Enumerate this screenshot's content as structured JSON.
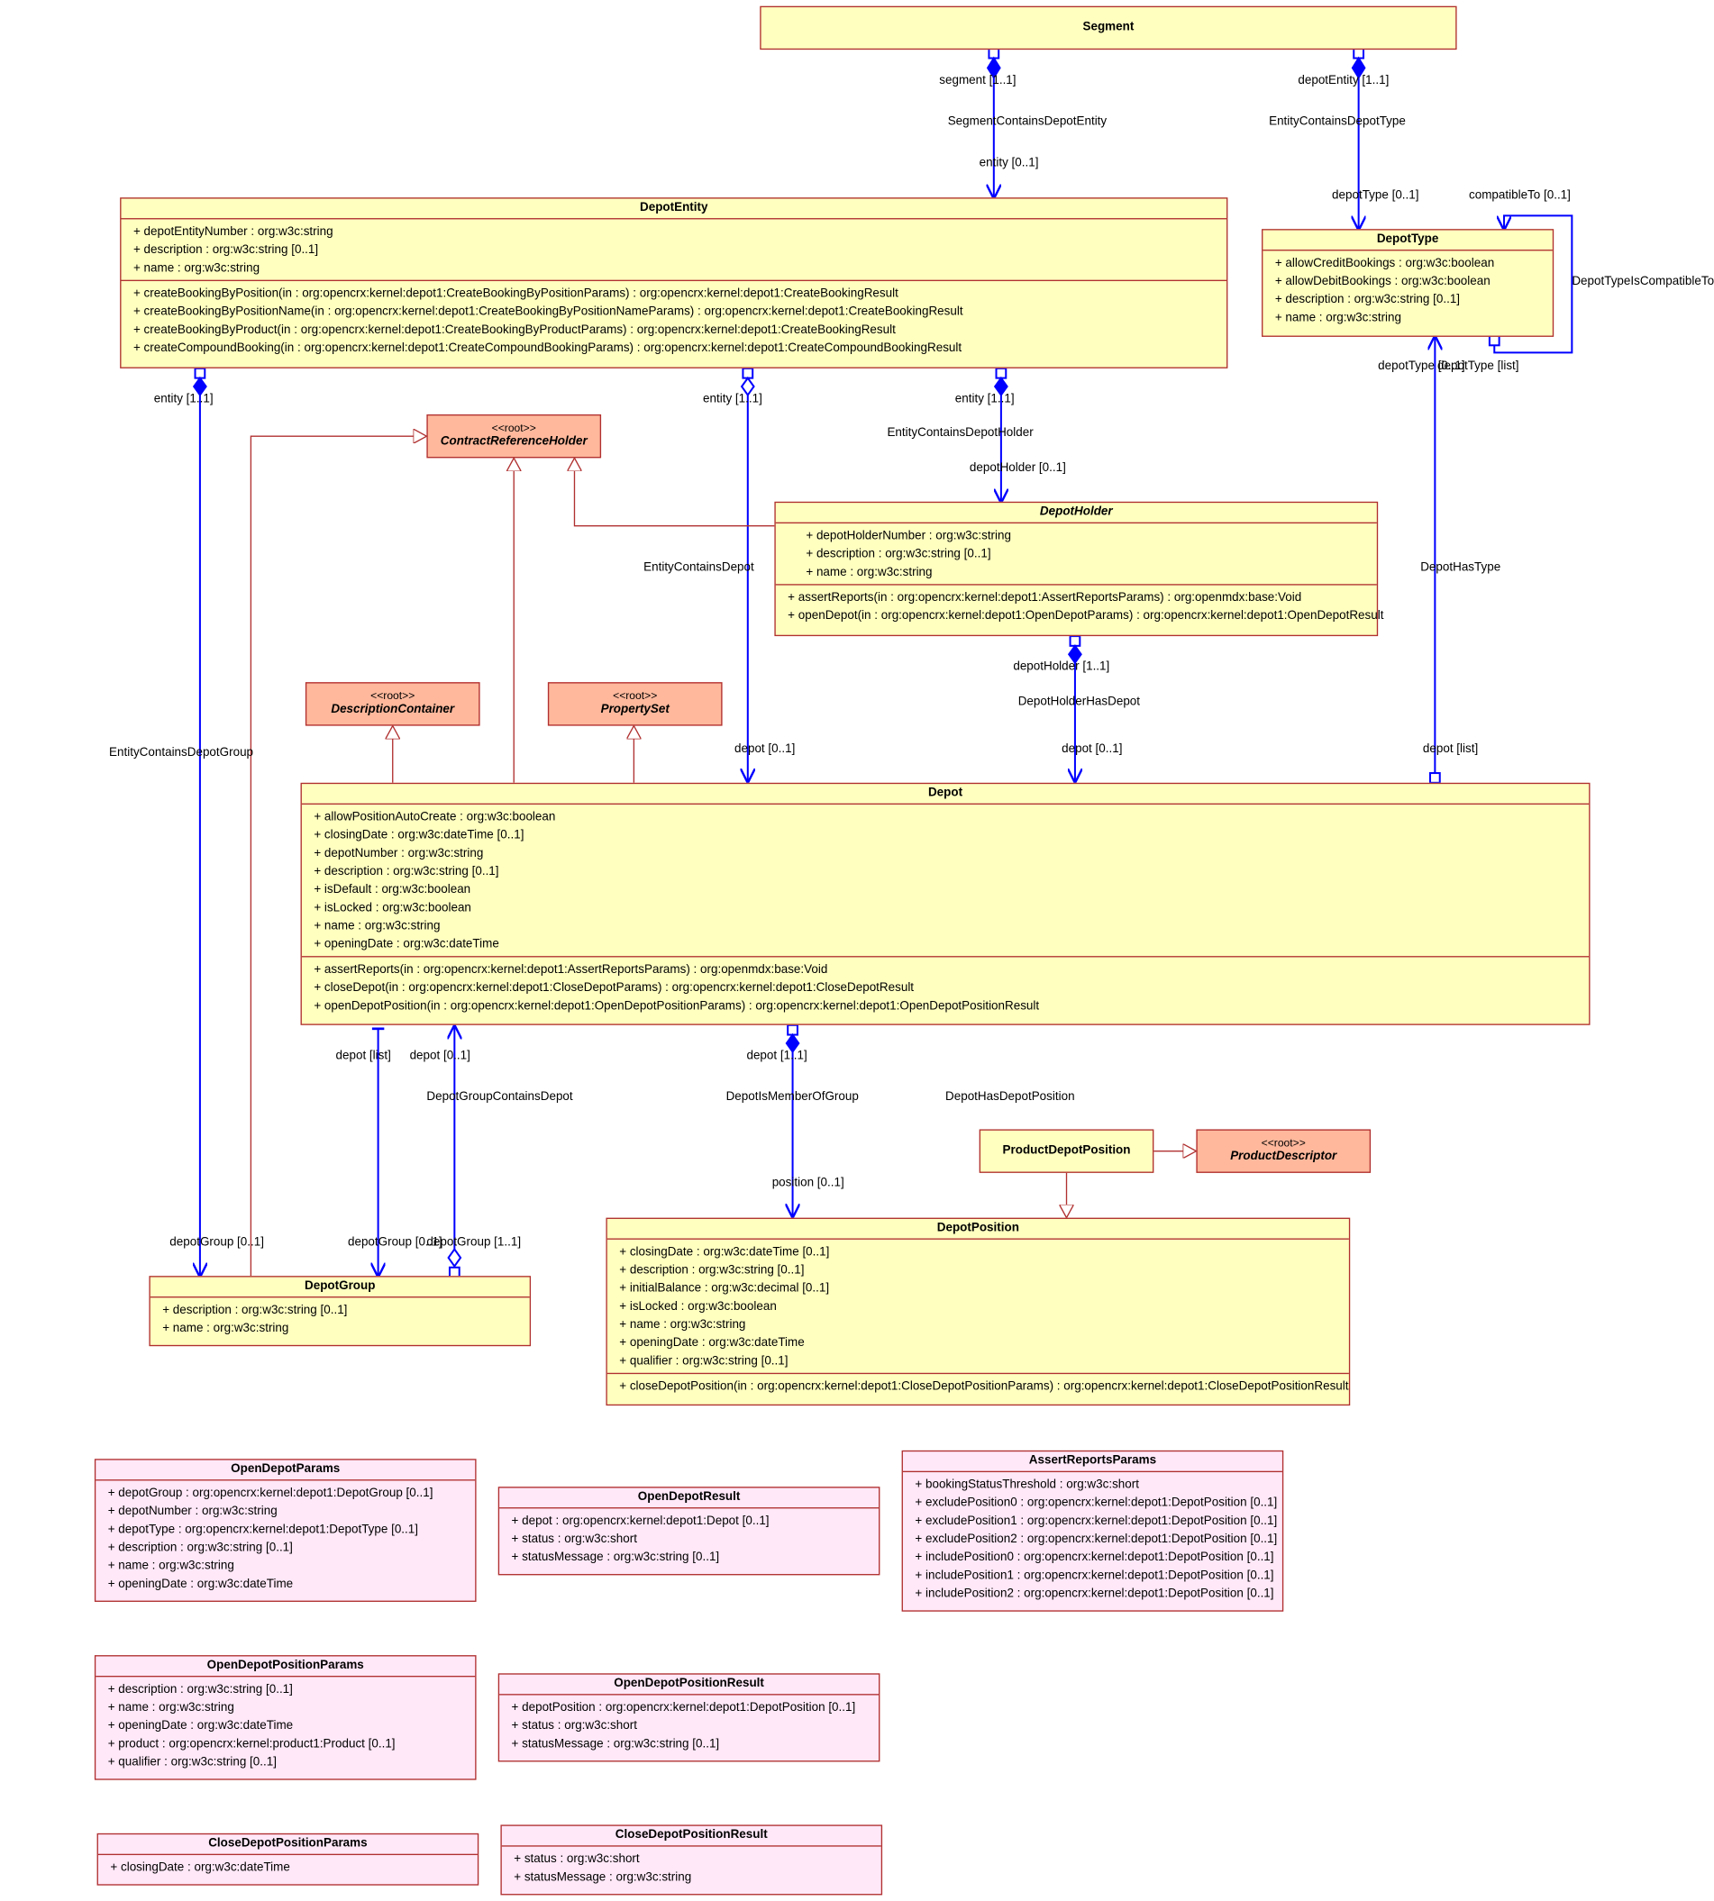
{
  "classes": [
    {
      "key": "segment",
      "title": "Segment",
      "attributes": [],
      "operations": []
    },
    {
      "key": "depotentity",
      "title": "DepotEntity",
      "attributes": [
        "+ depotEntityNumber : org:w3c:string",
        "+ description : org:w3c:string [0..1]",
        "+ name : org:w3c:string"
      ],
      "operations": [
        "+ createBookingByPosition(in : org:opencrx:kernel:depot1:CreateBookingByPositionParams) : org:opencrx:kernel:depot1:CreateBookingResult",
        "+ createBookingByPositionName(in : org:opencrx:kernel:depot1:CreateBookingByPositionNameParams) : org:opencrx:kernel:depot1:CreateBookingResult",
        "+ createBookingByProduct(in : org:opencrx:kernel:depot1:CreateBookingByProductParams) : org:opencrx:kernel:depot1:CreateBookingResult",
        "+ createCompoundBooking(in : org:opencrx:kernel:depot1:CreateCompoundBookingParams) : org:opencrx:kernel:depot1:CreateCompoundBookingResult"
      ]
    },
    {
      "key": "depottype",
      "title": "DepotType",
      "attributes": [
        "+ allowCreditBookings : org:w3c:boolean",
        "+ allowDebitBookings : org:w3c:boolean",
        "+ description : org:w3c:string [0..1]",
        "+ name : org:w3c:string"
      ],
      "operations": []
    },
    {
      "key": "depotholder",
      "title": "DepotHolder",
      "attributes": [
        "+ depotHolderNumber : org:w3c:string",
        "+ description : org:w3c:string [0..1]",
        "+ name : org:w3c:string"
      ],
      "operations": [
        "+ assertReports(in : org:opencrx:kernel:depot1:AssertReportsParams) : org:openmdx:base:Void",
        "+ openDepot(in : org:opencrx:kernel:depot1:OpenDepotParams) : org:opencrx:kernel:depot1:OpenDepotResult"
      ]
    },
    {
      "key": "depot",
      "title": "Depot",
      "attributes": [
        "+ allowPositionAutoCreate : org:w3c:boolean",
        "+ closingDate : org:w3c:dateTime [0..1]",
        "+ depotNumber : org:w3c:string",
        "+ description : org:w3c:string [0..1]",
        "+ isDefault : org:w3c:boolean",
        "+ isLocked : org:w3c:boolean",
        "+ name : org:w3c:string",
        "+ openingDate : org:w3c:dateTime"
      ],
      "operations": [
        "+ assertReports(in : org:opencrx:kernel:depot1:AssertReportsParams) : org:openmdx:base:Void",
        "+ closeDepot(in : org:opencrx:kernel:depot1:CloseDepotParams) : org:opencrx:kernel:depot1:CloseDepotResult",
        "+ openDepotPosition(in : org:opencrx:kernel:depot1:OpenDepotPositionParams) : org:opencrx:kernel:depot1:OpenDepotPositionResult"
      ]
    },
    {
      "key": "depotgroup",
      "title": "DepotGroup",
      "attributes": [
        "+ description : org:w3c:string [0..1]",
        "+ name : org:w3c:string"
      ],
      "operations": []
    },
    {
      "key": "productdepotposition",
      "title": "ProductDepotPosition",
      "attributes": [],
      "operations": []
    },
    {
      "key": "depotposition",
      "title": "DepotPosition",
      "attributes": [
        "+ closingDate : org:w3c:dateTime [0..1]",
        "+ description : org:w3c:string [0..1]",
        "+ initialBalance : org:w3c:decimal [0..1]",
        "+ isLocked : org:w3c:boolean",
        "+ name : org:w3c:string",
        "+ openingDate : org:w3c:dateTime",
        "+ qualifier : org:w3c:string [0..1]"
      ],
      "operations": [
        "+ closeDepotPosition(in : org:opencrx:kernel:depot1:CloseDepotPositionParams) : org:opencrx:kernel:depot1:CloseDepotPositionResult"
      ]
    },
    {
      "key": "opendepotparams",
      "title": "OpenDepotParams",
      "attributes": [
        "+ depotGroup : org:opencrx:kernel:depot1:DepotGroup [0..1]",
        "+ depotNumber : org:w3c:string",
        "+ depotType : org:opencrx:kernel:depot1:DepotType [0..1]",
        "+ description : org:w3c:string [0..1]",
        "+ name : org:w3c:string",
        "+ openingDate : org:w3c:dateTime"
      ],
      "operations": []
    },
    {
      "key": "opendepotresult",
      "title": "OpenDepotResult",
      "attributes": [
        "+ depot : org:opencrx:kernel:depot1:Depot [0..1]",
        "+ status : org:w3c:short",
        "+ statusMessage : org:w3c:string [0..1]"
      ],
      "operations": []
    },
    {
      "key": "assertreportsparams",
      "title": "AssertReportsParams",
      "attributes": [
        "+ bookingStatusThreshold : org:w3c:short",
        "+ excludePosition0 : org:opencrx:kernel:depot1:DepotPosition [0..1]",
        "+ excludePosition1 : org:opencrx:kernel:depot1:DepotPosition [0..1]",
        "+ excludePosition2 : org:opencrx:kernel:depot1:DepotPosition [0..1]",
        "+ includePosition0 : org:opencrx:kernel:depot1:DepotPosition [0..1]",
        "+ includePosition1 : org:opencrx:kernel:depot1:DepotPosition [0..1]",
        "+ includePosition2 : org:opencrx:kernel:depot1:DepotPosition [0..1]"
      ],
      "operations": []
    },
    {
      "key": "opendepotpositionparams",
      "title": "OpenDepotPositionParams",
      "attributes": [
        "+ description : org:w3c:string [0..1]",
        "+ name : org:w3c:string",
        "+ openingDate : org:w3c:dateTime",
        "+ product : org:opencrx:kernel:product1:Product [0..1]",
        "+ qualifier : org:w3c:string [0..1]"
      ],
      "operations": []
    },
    {
      "key": "opendepotpositionresult",
      "title": "OpenDepotPositionResult",
      "attributes": [
        "+ depotPosition : org:opencrx:kernel:depot1:DepotPosition [0..1]",
        "+ status : org:w3c:short",
        "+ statusMessage : org:w3c:string [0..1]"
      ],
      "operations": []
    },
    {
      "key": "closedepotpositionparams",
      "title": "CloseDepotPositionParams",
      "attributes": [
        "+ closingDate : org:w3c:dateTime"
      ],
      "operations": []
    },
    {
      "key": "closedepotpositionresult",
      "title": "CloseDepotPositionResult",
      "attributes": [
        "+ status : org:w3c:short",
        "+ statusMessage : org:w3c:string"
      ],
      "operations": []
    }
  ],
  "root_classes": [
    {
      "key": "contractreferenceholder",
      "stereotype": "<<root>>",
      "title": "ContractReferenceHolder"
    },
    {
      "key": "descriptioncontainer",
      "stereotype": "<<root>>",
      "title": "DescriptionContainer"
    },
    {
      "key": "propertyset",
      "stereotype": "<<root>>",
      "title": "PropertySet"
    },
    {
      "key": "productdescriptor",
      "stereotype": "<<root>>",
      "title": "ProductDescriptor"
    }
  ],
  "labels": [
    "segment [1..1]",
    "SegmentContainsDepotEntity",
    "entity [0..1]",
    "depotEntity [1..1]",
    "EntityContainsDepotType",
    "depotType [0..1]",
    "compatibleTo [0..1]",
    "DepotTypeIsCompatibleTo",
    "depotType [0..1]",
    "depotType [list]",
    "entity [1..1]",
    "entity [1..1]",
    "entity [1..1]",
    "EntityContainsDepotHolder",
    "depotHolder [0..1]",
    "EntityContainsDepot",
    "DepotHasType",
    "depotHolder [1..1]",
    "DepotHolderHasDepot",
    "EntityContainsDepotGroup",
    "depot [0..1]",
    "depot [0..1]",
    "depot [list]",
    "depot [list]",
    "depot [0..1]",
    "DepotGroupContainsDepot",
    "depot [1..1]",
    "DepotIsMemberOfGroup",
    "DepotHasDepotPosition",
    "position [0..1]",
    "depotGroup [0..1]",
    "depotGroup [0..1]",
    "depotGroup [1..1]"
  ],
  "colors": {
    "class_fill": "#ffffc0",
    "param_fill": "#ffe8f8",
    "root_fill": "#ffb89c",
    "border": "#b03030",
    "association": "#0000ff",
    "generalization": "#b03030"
  }
}
